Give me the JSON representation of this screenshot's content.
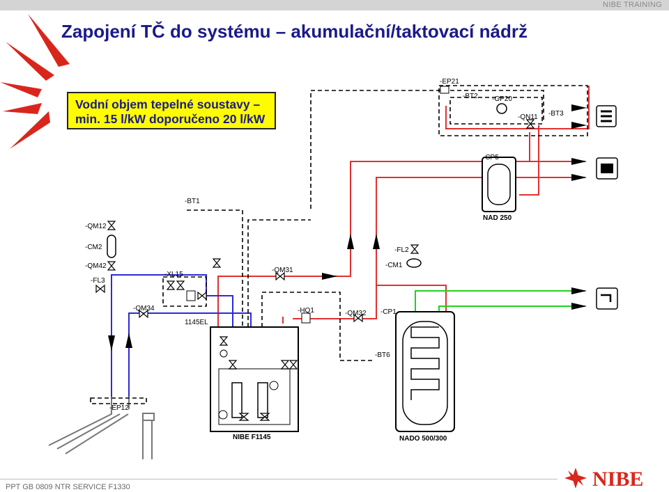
{
  "header": {
    "brand": "NIBE TRAINING"
  },
  "title": "Zapojení TČ do systému – akumulační/taktovací nádrž",
  "note": {
    "line1": "Vodní objem tepelné soustavy –",
    "line2": "min. 15 l/kW doporučeno 20 l/kW"
  },
  "footer": {
    "code": "PPT GB 0809 NTR SERVICE F1330"
  },
  "logo": {
    "text": "NIBE"
  },
  "components": {
    "ep21": "-EP21",
    "bt2": "-BT2",
    "gp20": "-GP20",
    "qn11": "-QN11",
    "bt3": "-BT3",
    "cp5": "-CP5",
    "nad250": "NAD 250",
    "bt1": "-BT1",
    "qm12": "-QM12",
    "cm2": "-CM2",
    "qm42": "-QM42",
    "fl3": "-FL3",
    "xl15": "-XL15",
    "qm34": "-QM34",
    "qm31": "-QM31",
    "fl2": "-FL2",
    "cm1": "-CM1",
    "hq1": "-HQ1",
    "qm32": "-QM32",
    "cp1": "-CP1",
    "el1145": "1145EL",
    "bt6": "-BT6",
    "ep12": "-EP12",
    "f1145": "NIBE F1145",
    "nado": "NADO 500/300"
  },
  "colors": {
    "supply": "#e03030",
    "brine": "#2b2bd6",
    "hot_water": "#1fd21f",
    "title": "#1a1a8c",
    "note_bg": "#fffb00",
    "brand_red": "#d9261c"
  }
}
